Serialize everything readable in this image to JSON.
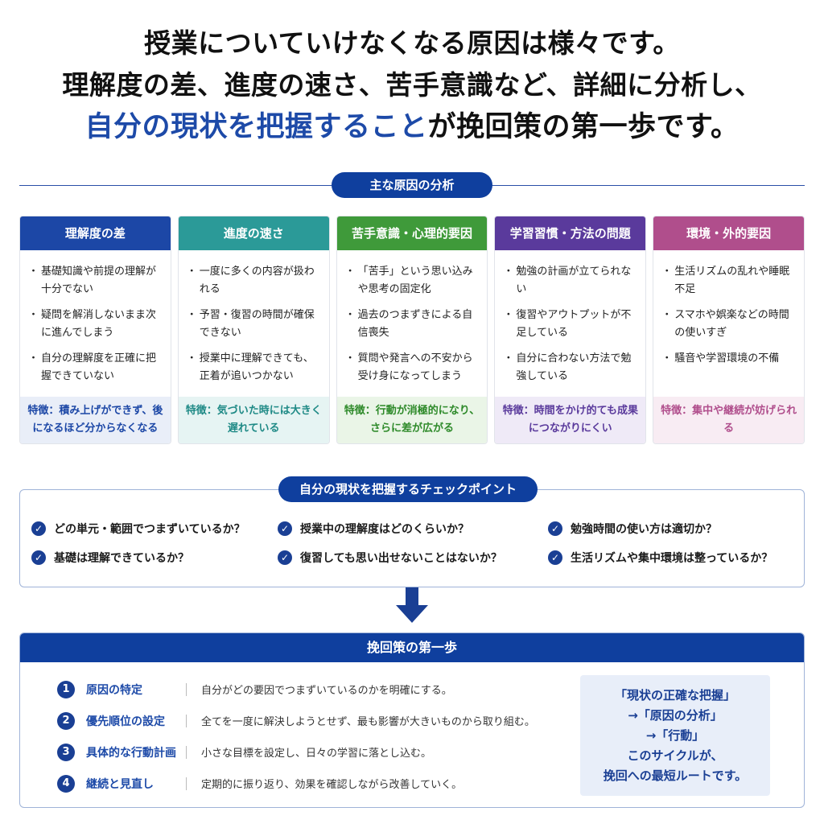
{
  "headline": {
    "line1": "授業についていけなくなる原因は様々です。",
    "line2": "理解度の差、進度の速さ、苦手意識など、詳細に分析し、",
    "line3_accent": "自分の現状を把握すること",
    "line3_rest": "が挽回策の第一歩です。"
  },
  "causes": {
    "title": "主な原因の分析",
    "cards": [
      {
        "title": "理解度の差",
        "color": "#1c47a6",
        "foot_bg": "#e9eef8",
        "foot_color": "#1c47a6",
        "items": [
          "基礎知識や前提の理解が十分でない",
          "疑問を解消しないまま次に進んでしまう",
          "自分の理解度を正確に把握できていない"
        ],
        "feature": "特徴：積み上げができず、後になるほど分からなくなる"
      },
      {
        "title": "進度の速さ",
        "color": "#2b9a98",
        "foot_bg": "#e6f4f3",
        "foot_color": "#1f8a86",
        "items": [
          "一度に多くの内容が扱われる",
          "予習・復習の時間が確保できない",
          "授業中に理解できても、正着が追いつかない"
        ],
        "feature": "特徴：気づいた時には大きく遅れている"
      },
      {
        "title": "苦手意識・心理的要因",
        "color": "#3f9a3a",
        "foot_bg": "#eaf5e7",
        "foot_color": "#2e8a2a",
        "items": [
          "「苦手」という思い込みや思考の固定化",
          "過去のつまずきによる自信喪失",
          "質問や発言への不安から受け身になってしまう"
        ],
        "feature": "特徴：行動が消極的になり、さらに差が広がる"
      },
      {
        "title": "学習習慣・方法の問題",
        "color": "#5a3a9c",
        "foot_bg": "#efeaf7",
        "foot_color": "#5a3a9c",
        "items": [
          "勉強の計画が立てられない",
          "復習やアウトプットが不足している",
          "自分に合わない方法で勉強している"
        ],
        "feature": "特徴：時間をかけ的ても成果につながりにくい"
      },
      {
        "title": "環境・外的要因",
        "color": "#b04e8c",
        "foot_bg": "#f8ecf3",
        "foot_color": "#b04e8c",
        "items": [
          "生活リズムの乱れや睡眠不足",
          "スマホや娯楽などの時間の使いすぎ",
          "騒音や学習環境の不備"
        ],
        "feature": "特徴：集中や継続が妨げられる"
      }
    ]
  },
  "checkpoints": {
    "title": "自分の現状を把握するチェックポイント",
    "items": [
      "どの単元・範囲でつまずいているか？",
      "授業中の理解度はどのくらいか？",
      "勉強時間の使い方は適切か？",
      "基礎は理解できているか？",
      "復習しても思い出せないことはないか？",
      "生活リズムや集中環境は整っているか？"
    ]
  },
  "first_step": {
    "title": "挽回策の第一歩",
    "steps": [
      {
        "num": "1",
        "title": "原因の特定",
        "desc": "自分がどの要因でつまずいているのかを明確にする。"
      },
      {
        "num": "2",
        "title": "優先順位の設定",
        "desc": "全てを一度に解決しようとせず、最も影響が大きいものから取り組む。"
      },
      {
        "num": "3",
        "title": "具体的な行動計画",
        "desc": "小さな目標を設定し、日々の学習に落とし込む。"
      },
      {
        "num": "4",
        "title": "継続と見直し",
        "desc": "定期的に振り返り、効果を確認しながら改善していく。"
      }
    ],
    "summary": [
      "「現状の正確な把握」",
      "→「原因の分析」",
      "→「行動」",
      "このサイクルが、",
      "挽回への最短ルートです。"
    ]
  }
}
